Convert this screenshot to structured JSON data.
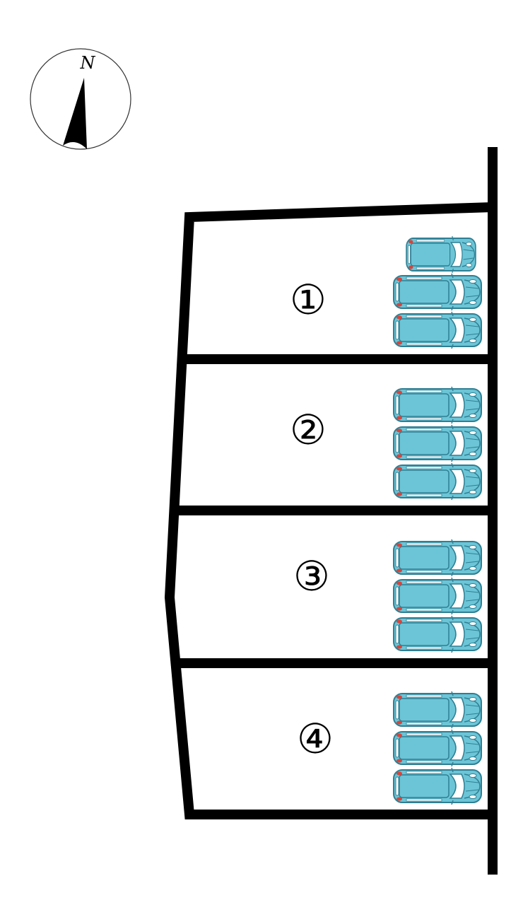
{
  "compass": {
    "label": "N"
  },
  "lots": [
    {
      "label": "①",
      "cars": 3
    },
    {
      "label": "②",
      "cars": 3
    },
    {
      "label": "③",
      "cars": 3
    },
    {
      "label": "④",
      "cars": 3
    }
  ],
  "colors": {
    "car_body": "#6cc5d6",
    "car_outline": "#2f7f93",
    "tail_light": "#d9433a",
    "boundary": "#000000"
  }
}
